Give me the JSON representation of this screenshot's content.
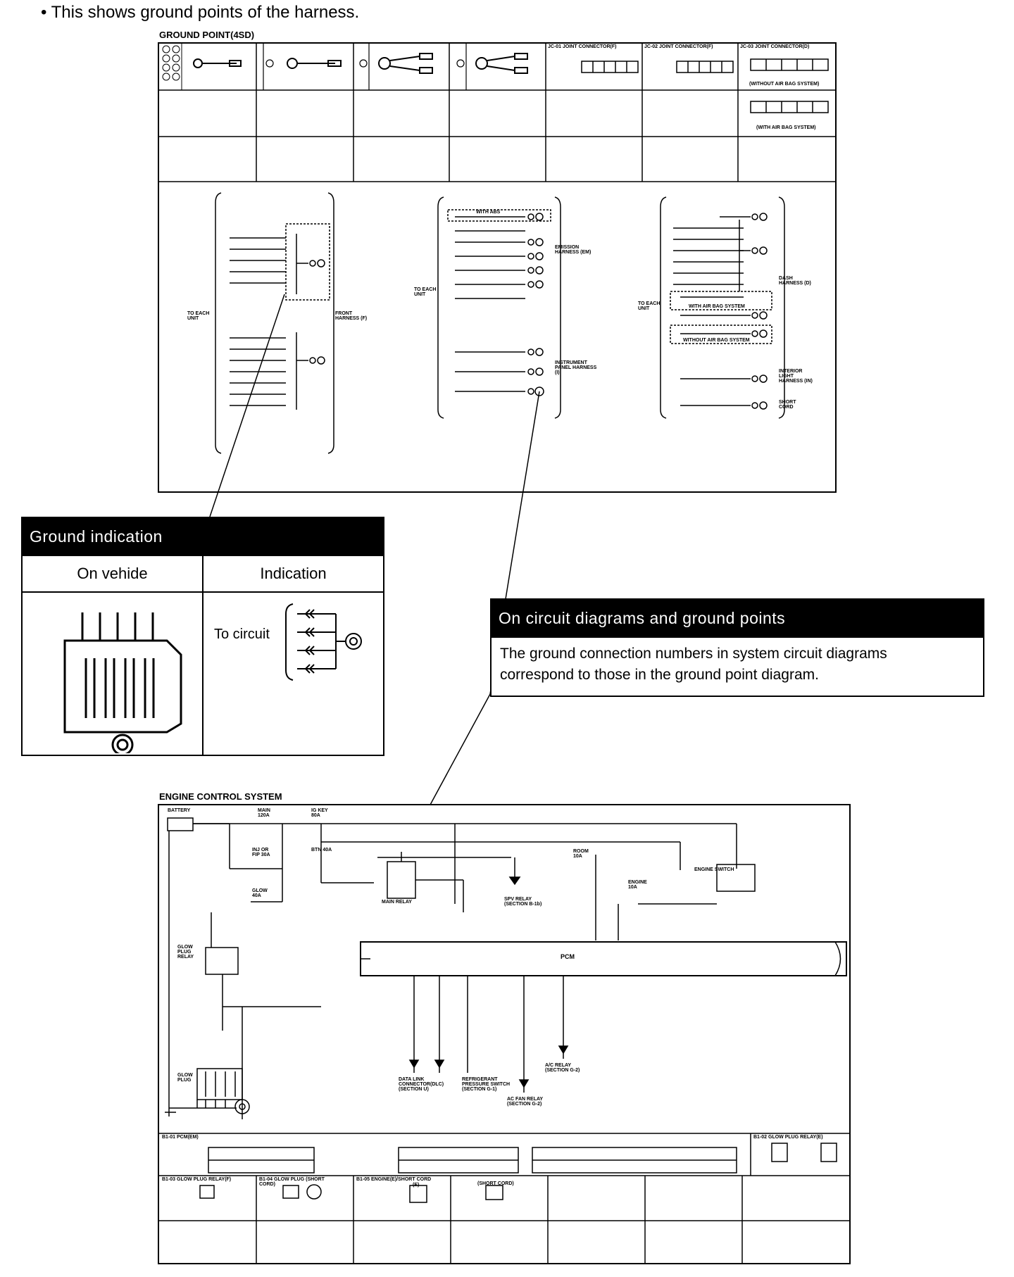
{
  "intro": "• This shows ground points of the harness.",
  "ground_point": {
    "title": "GROUND POINT(4SD)",
    "header_connectors": {
      "jc01": "JC-01 JOINT CONNECTOR(F)",
      "jc02": "JC-02 JOINT CONNECTOR(F)",
      "jc03": "JC-03 JOINT CONNECTOR(D)",
      "without_airbag": "(WITHOUT AIR BAG SYSTEM)",
      "with_airbag": "(WITH AIR BAG SYSTEM)"
    },
    "to_each_unit": "TO EACH UNIT",
    "front_harness": "FRONT HARNESS (F)",
    "emission_harness": "EMISSION HARNESS (EM)",
    "instrument_panel_harness": "INSTRUMENT PANEL HARNESS (I)",
    "dash_harness": "DASH HARNESS (D)",
    "interior_light_harness": "INTERIOR LIGHT HARNESS (IN)",
    "short_cord": "SHORT CORD",
    "with_abs": "WITH ABS",
    "with_airbag_system": "WITH AIR BAG SYSTEM",
    "without_airbag_system": "WITHOUT AIR BAG SYSTEM"
  },
  "ground_indication": {
    "title": "Ground indication",
    "col_vehicle": "On vehide",
    "col_indication": "Indication",
    "to_circuit": "To circuit"
  },
  "circuit_callout": {
    "title": "On circuit diagrams and ground points",
    "text_line1": "The ground connection numbers in system circuit diagrams",
    "text_line2": "correspond to those in the ground point diagram."
  },
  "engine_control": {
    "title": "ENGINE CONTROL SYSTEM",
    "battery": "BATTERY",
    "main_fuse": "MAIN 120A",
    "ig_key": "IG KEY 80A",
    "inj_fip": "INJ OR FIP 30A",
    "btn": "BTN 40A",
    "glow": "GLOW 40A",
    "glow_plug_relay": "GLOW PLUG RELAY",
    "main_relay": "MAIN RELAY",
    "pcm": "PCM",
    "engine_switch": "ENGINE SWITCH",
    "room": "ROOM 10A",
    "engine_fuse": "ENGINE 10A",
    "spv_relay": "SPV RELAY (SECTION B-1b)",
    "dlc": "DATA LINK CONNECTOR(DLC) (SECTION U)",
    "refrigerant": "REFRIGERANT PRESSURE SWITCH (SECTION G-1)",
    "ac_fan": "AC FAN RELAY (SECTION G-2)",
    "ac_relay": "A/C RELAY (SECTION G-2)",
    "glow_plug": "GLOW PLUG",
    "conn_pcm": "B1-01 PCM(EM)",
    "conn_gpr_e": "B1-02 GLOW PLUG RELAY(E)",
    "conn_gpr_f": "B1-03 GLOW PLUG RELAY(F)",
    "conn_glow_plug": "B1-04 GLOW PLUG (SHORT CORD)",
    "conn_engine": "B1-05 ENGINE(E)/SHORT CORD",
    "short_cord_label": "(SHORT CORD)",
    "e_label": "(E)"
  }
}
